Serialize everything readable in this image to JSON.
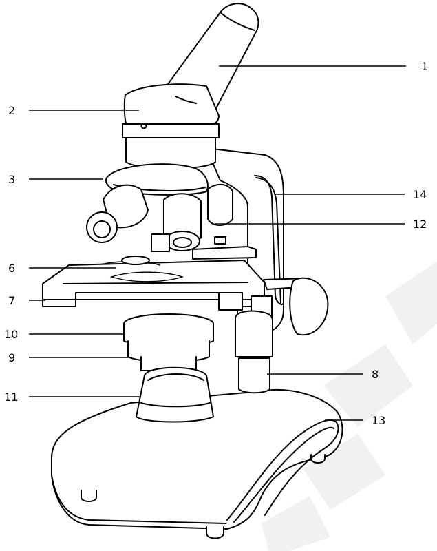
{
  "diagram": {
    "callouts": [
      {
        "id": "1",
        "text": "1"
      },
      {
        "id": "2",
        "text": "2"
      },
      {
        "id": "3",
        "text": "3"
      },
      {
        "id": "6",
        "text": "6"
      },
      {
        "id": "7",
        "text": "7"
      },
      {
        "id": "8",
        "text": "8"
      },
      {
        "id": "9",
        "text": "9"
      },
      {
        "id": "10",
        "text": "10"
      },
      {
        "id": "11",
        "text": "11"
      },
      {
        "id": "12",
        "text": "12"
      },
      {
        "id": "13",
        "text": "13"
      },
      {
        "id": "14",
        "text": "14"
      }
    ],
    "colors": {
      "ink": "#000000",
      "paper": "#ffffff",
      "watermark": "#f1f1f1"
    }
  }
}
